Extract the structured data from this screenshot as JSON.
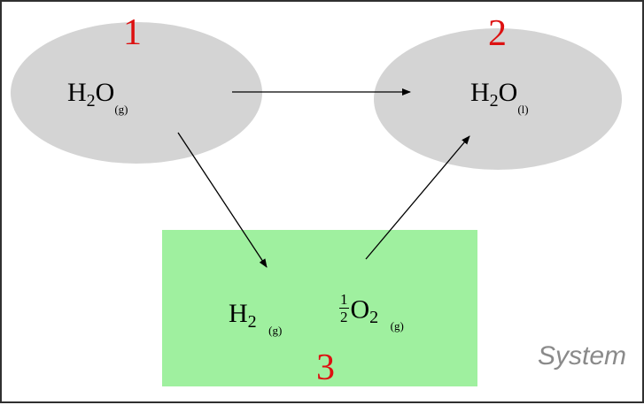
{
  "diagram": {
    "states": [
      {
        "number": "1",
        "formula_main": "H",
        "formula_sub": "2",
        "formula_tail": "O",
        "phase": "(g)"
      },
      {
        "number": "2",
        "formula_main": "H",
        "formula_sub": "2",
        "formula_tail": "O",
        "phase": "(l)"
      },
      {
        "number": "3",
        "species": [
          {
            "formula_main": "H",
            "formula_sub": "2",
            "phase": "(g)"
          },
          {
            "coef_num": "1",
            "coef_den": "2",
            "formula_main": "O",
            "formula_sub": "2",
            "phase": "(g)"
          }
        ]
      }
    ],
    "system_label": "System",
    "colors": {
      "ellipse_fill": "#d4d4d4",
      "box_fill": "#9ff09f",
      "number_color": "#dd1111",
      "system_label_color": "#8a8a8a",
      "arrow_color": "#000000"
    }
  }
}
